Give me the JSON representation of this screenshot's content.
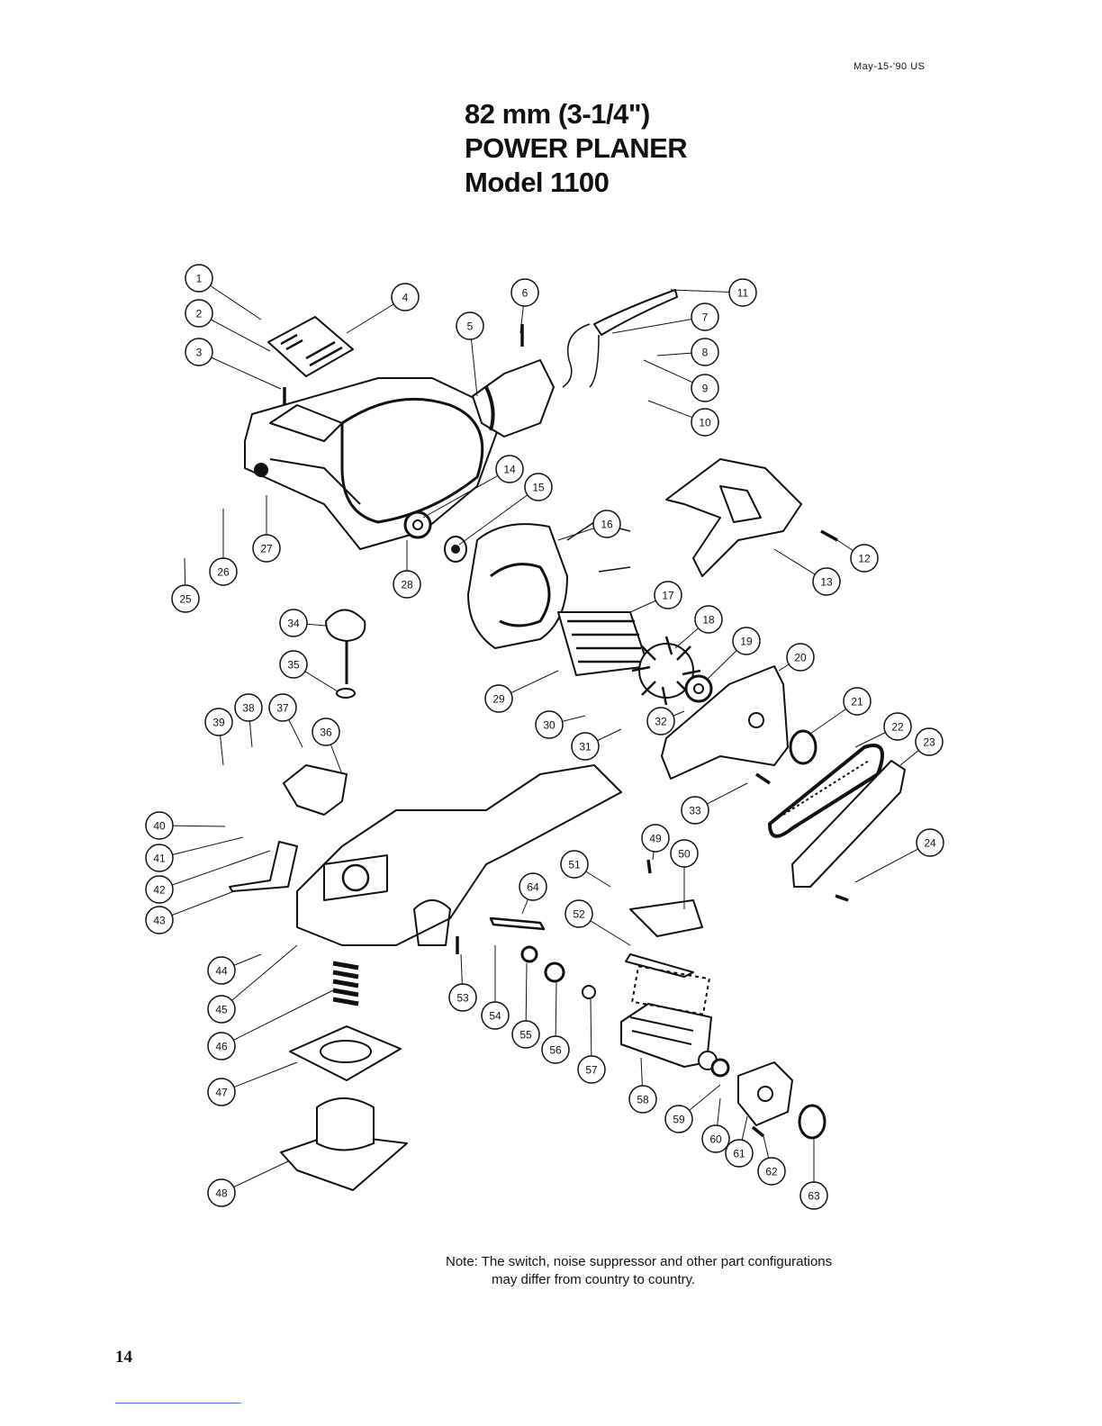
{
  "header": {
    "date_code": "May-15-'90 US",
    "title_line1": "82 mm (3-1/4\")",
    "title_line2": "POWER PLANER",
    "title_line3": "Model 1100"
  },
  "diagram": {
    "callouts": [
      "1",
      "2",
      "3",
      "4",
      "5",
      "6",
      "7",
      "8",
      "9",
      "10",
      "11",
      "12",
      "13",
      "14",
      "15",
      "16",
      "17",
      "18",
      "19",
      "20",
      "21",
      "22",
      "23",
      "24",
      "25",
      "26",
      "27",
      "28",
      "29",
      "30",
      "31",
      "32",
      "33",
      "34",
      "35",
      "36",
      "37",
      "38",
      "39",
      "40",
      "41",
      "42",
      "43",
      "44",
      "45",
      "46",
      "47",
      "48",
      "49",
      "50",
      "51",
      "52",
      "53",
      "54",
      "55",
      "56",
      "57",
      "58",
      "59",
      "60",
      "61",
      "62",
      "63",
      "64"
    ]
  },
  "note": {
    "line1": "Note: The switch, noise suppressor and other part configurations",
    "line2": "may differ from country to country."
  },
  "page_number": "14"
}
